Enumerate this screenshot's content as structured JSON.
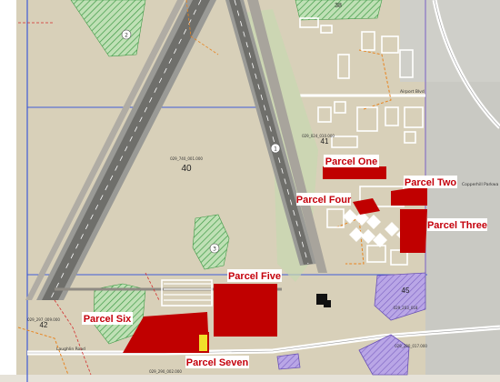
{
  "parcels": [
    {
      "id": "one",
      "label": "Parcel One"
    },
    {
      "id": "two",
      "label": "Parcel Two"
    },
    {
      "id": "three",
      "label": "Parcel Three"
    },
    {
      "id": "four",
      "label": "Parcel Four"
    },
    {
      "id": "five",
      "label": "Parcel Five"
    },
    {
      "id": "six",
      "label": "Parcel Six"
    },
    {
      "id": "seven",
      "label": "Parcel Seven"
    }
  ],
  "lot_numbers": {
    "lot_40": "40",
    "lot_41": "41",
    "lot_42": "42",
    "lot_45": "45",
    "lot_38": "38"
  },
  "lot_ids": {
    "lot_40_id": "029_740_001.000",
    "lot_41_id": "029_024_010.000",
    "lot_42_id": "029_297_009.000",
    "lot_45_id": "029_203_018",
    "lot_bottom_id": "029_290_002.000",
    "lot_right_id": "029_280_017.000"
  },
  "roads": {
    "airport_blvd": "Airport Blvd",
    "loughlin_rd": "Laughlin Road",
    "copperhill": "Copperhill Parkwa"
  },
  "circle_markers": {
    "m1": "1",
    "m2": "2",
    "m3": "3"
  },
  "colors": {
    "parcel": "#c00000",
    "label": "#c4000b",
    "ground": "#d9d1bb",
    "green": "#5aa85a",
    "purple": "#8a72c8"
  }
}
